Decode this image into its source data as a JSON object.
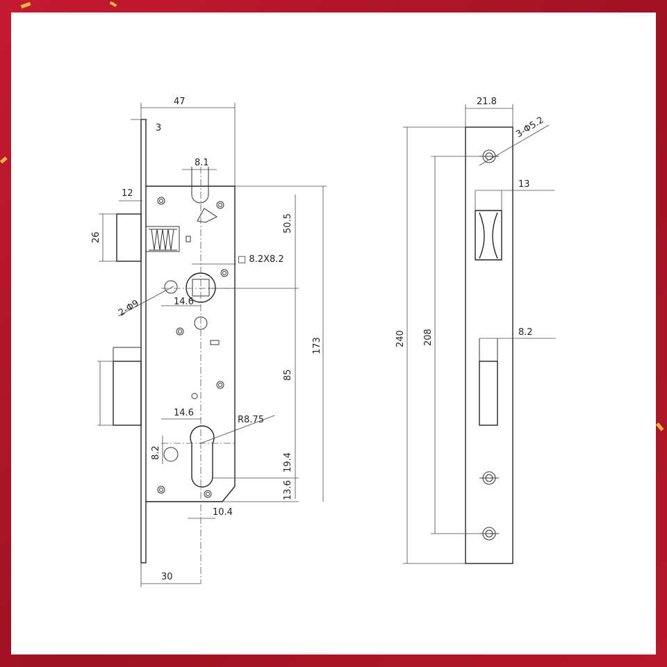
{
  "colors": {
    "frame": "#b0162a",
    "panel": "#ffffff",
    "line": "#333333",
    "confetti": "#e8b83a"
  },
  "left_view": {
    "dim_47": "47",
    "dim_3": "3",
    "dim_8_1": "8.1",
    "dim_12": "12",
    "dim_26": "26",
    "dim_50_5": "50.5",
    "dim_square": "□ 8.2X8.2",
    "dim_holes": "2-Φ9",
    "dim_14_6_top": "14.6",
    "dim_173": "173",
    "dim_85": "85",
    "dim_14_6_bottom": "14.6",
    "dim_r": "R8.75",
    "dim_8_2": "8.2",
    "dim_19_4": "19.4",
    "dim_13_6": "13.6",
    "dim_10_4": "10.4",
    "dim_30": "30"
  },
  "right_view": {
    "dim_21_8": "21.8",
    "dim_screw_holes": "3-Φ5.2",
    "dim_13": "13",
    "dim_240": "240",
    "dim_208": "208",
    "dim_8_2": "8.2"
  }
}
